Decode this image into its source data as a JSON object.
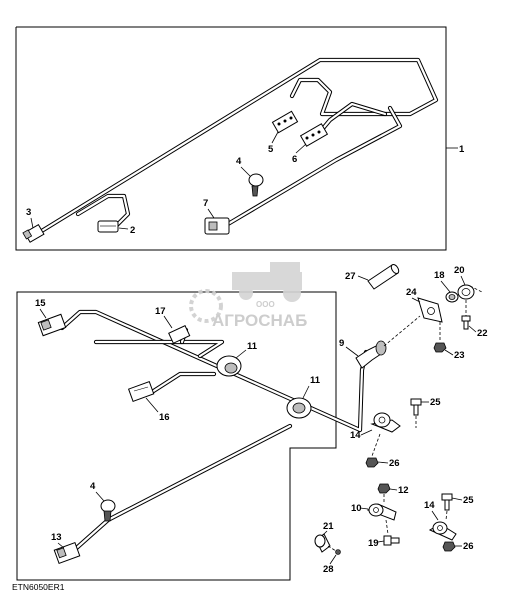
{
  "diagram_ref": "ETN6050ER1",
  "watermark": {
    "brand": "АГРОСНАБ",
    "small": "ООО"
  },
  "callouts": {
    "c1": "1",
    "c2": "2",
    "c3": "3",
    "c4_top": "4",
    "c5": "5",
    "c6": "6",
    "c7": "7",
    "c27": "27",
    "c18": "18",
    "c20": "20",
    "c24": "24",
    "c22": "22",
    "c23": "23",
    "c15": "15",
    "c17": "17",
    "c9": "9",
    "c11_a": "11",
    "c11_b": "11",
    "c16": "16",
    "c25_a": "25",
    "c14_a": "14",
    "c26_a": "26",
    "c4_bottom": "4",
    "c12": "12",
    "c10": "10",
    "c14_b": "14",
    "c25_b": "25",
    "c21": "21",
    "c19": "19",
    "c26_b": "26",
    "c13": "13",
    "c28": "28"
  }
}
